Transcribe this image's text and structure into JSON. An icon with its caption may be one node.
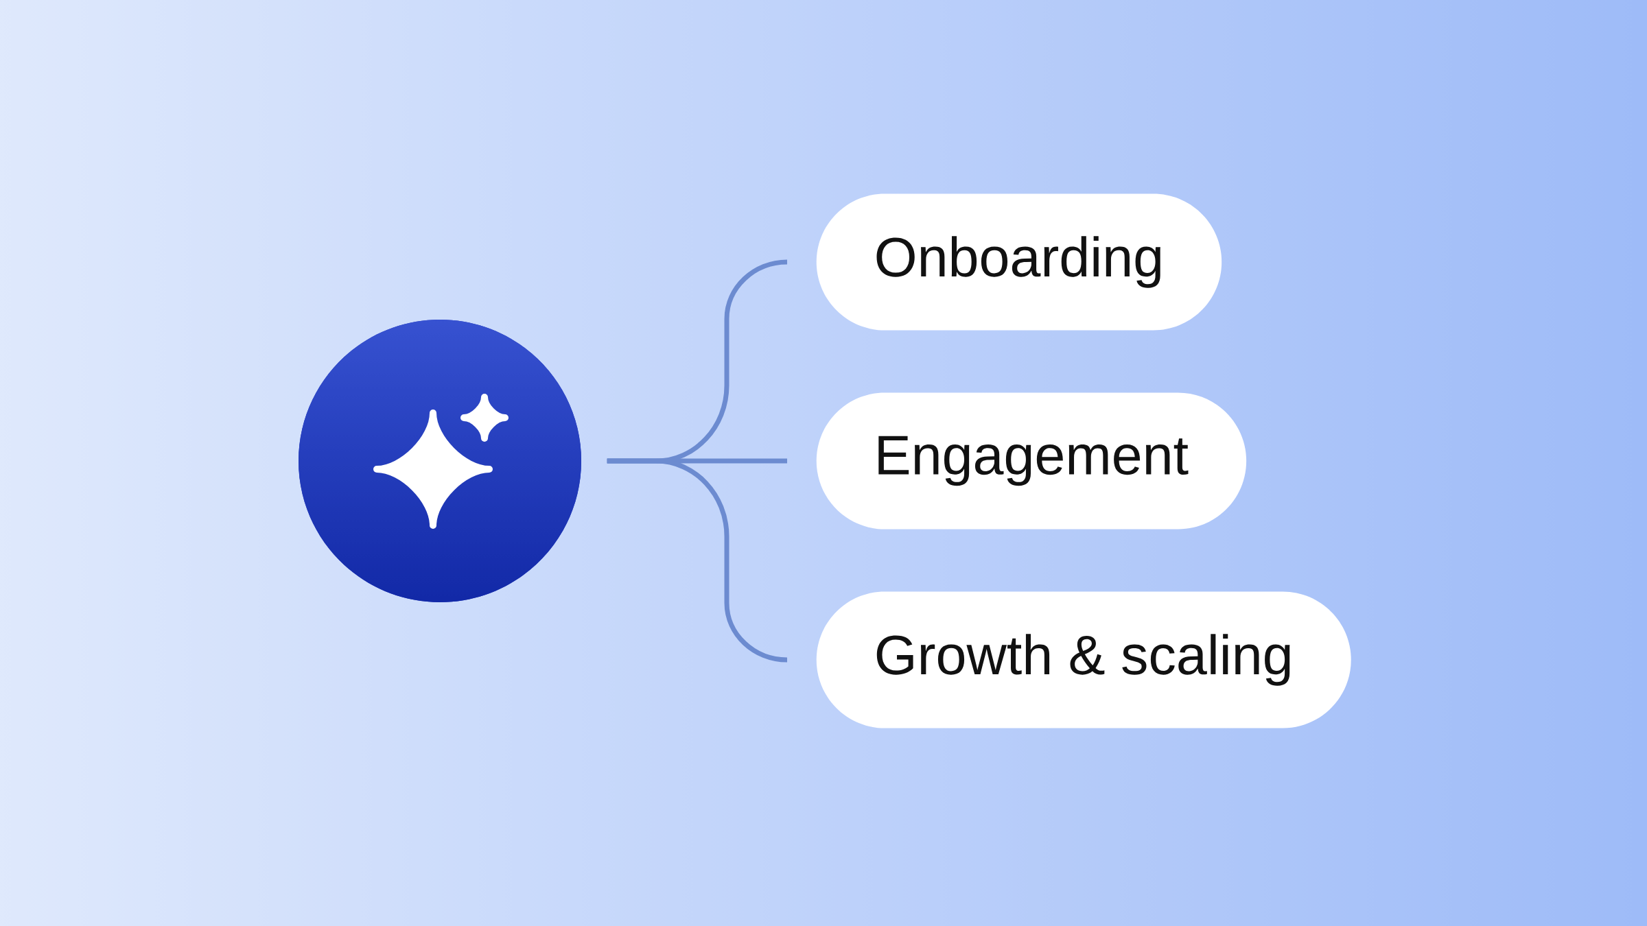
{
  "diagram": {
    "nodes": [
      {
        "text": [],
        "shape": "circle"
      },
      {
        "text": [
          "Onboarding"
        ]
      },
      {
        "text": [
          "Engagement"
        ]
      },
      {
        "text": [
          "Growth & scaling"
        ]
      }
    ],
    "edges": [
      {
        "from": 0,
        "to": 1,
        "arrow": "none"
      },
      {
        "from": 0,
        "to": 2,
        "arrow": "none"
      },
      {
        "from": 0,
        "to": 3,
        "arrow": "none"
      }
    ]
  }
}
